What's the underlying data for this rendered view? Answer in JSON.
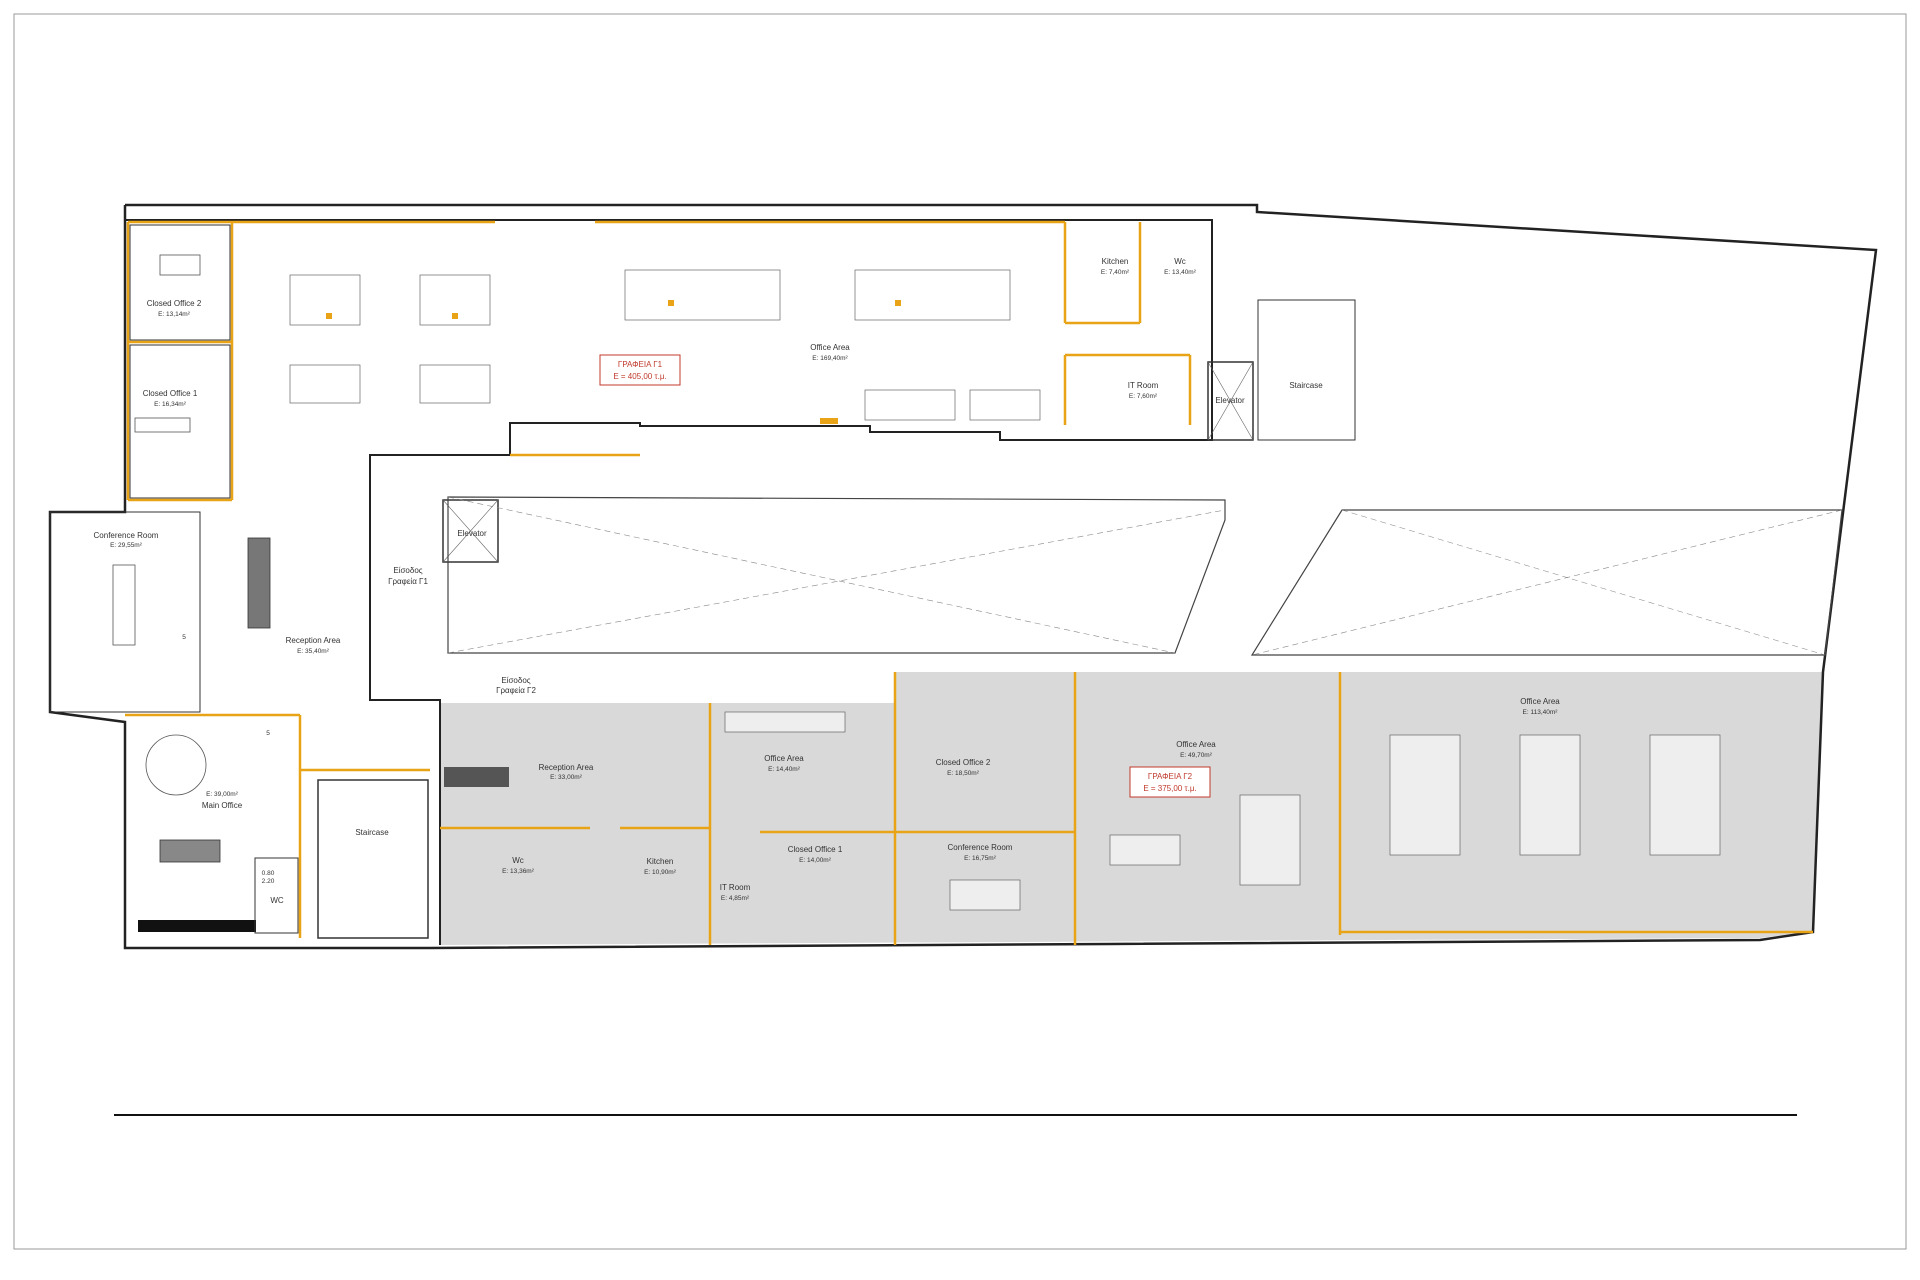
{
  "colors": {
    "wall": "#222222",
    "accent": "#e8a317",
    "shaded": "#d6d6d6",
    "area_box": "#c0392b",
    "furniture": "#555555"
  },
  "areas": {
    "f1_box": {
      "line1": "ΓΡΑΦΕΙΑ Γ1",
      "line2": "E = 405,00 τ.μ."
    },
    "f2_box": {
      "line1": "ΓΡΑΦΕΙΑ Γ2",
      "line2": "E = 375,00 τ.μ."
    }
  },
  "rooms_f1": {
    "closed_office_2": {
      "name": "Closed Office 2",
      "area": "E: 13,14m²"
    },
    "closed_office_1": {
      "name": "Closed Office 1",
      "area": "E: 16,34m²"
    },
    "conference": {
      "name": "Conference Room",
      "area": "E: 29,55m²"
    },
    "reception": {
      "name": "Reception Area",
      "area": "E: 35,40m²"
    },
    "main_office": {
      "area": "E: 39,00m²",
      "name": "Main Office"
    },
    "wc_small": {
      "name": "WC"
    },
    "staircase_left": {
      "name": "Staircase"
    },
    "elevator_mid": {
      "name": "Elevator"
    },
    "entrance": {
      "line1": "Είσοδος",
      "line2": "Γραφεία Γ1"
    },
    "office_area": {
      "name": "Office Area",
      "area": "E: 169,40m²"
    },
    "kitchen": {
      "name": "Kitchen",
      "area": "E: 7,40m²"
    },
    "wc": {
      "name": "Wc",
      "area": "E: 13,40m²"
    },
    "it_room": {
      "name": "IT Room",
      "area": "E: 7,60m²"
    },
    "elevator_right": {
      "name": "Elevator"
    },
    "staircase_right": {
      "name": "Staircase"
    }
  },
  "rooms_f2": {
    "entrance": {
      "line1": "Είσοδος",
      "line2": "Γραφεία Γ2"
    },
    "reception": {
      "name": "Reception Area",
      "area": "E: 33,00m²"
    },
    "office_area_small": {
      "name": "Office Area",
      "area": "E: 14,40m²"
    },
    "closed_office_2": {
      "name": "Closed Office 2",
      "area": "E: 18,50m²"
    },
    "office_area_mid": {
      "name": "Office Area",
      "area": "E: 49,70m²"
    },
    "office_area_big": {
      "name": "Office Area",
      "area": "E: 113,40m²"
    },
    "wc": {
      "name": "Wc",
      "area": "E: 13,36m²"
    },
    "kitchen": {
      "name": "Kitchen",
      "area": "E: 10,90m²"
    },
    "it_room": {
      "name": "IT Room",
      "area": "E: 4,85m²"
    },
    "closed_office_1": {
      "name": "Closed Office 1",
      "area": "E: 14,00m²"
    },
    "conference": {
      "name": "Conference Room",
      "area": "E: 16,75m²"
    }
  },
  "markers": {
    "door_dim_1": "0.80",
    "door_dim_2": "2.20",
    "level_a": "5",
    "level_b": "5"
  }
}
